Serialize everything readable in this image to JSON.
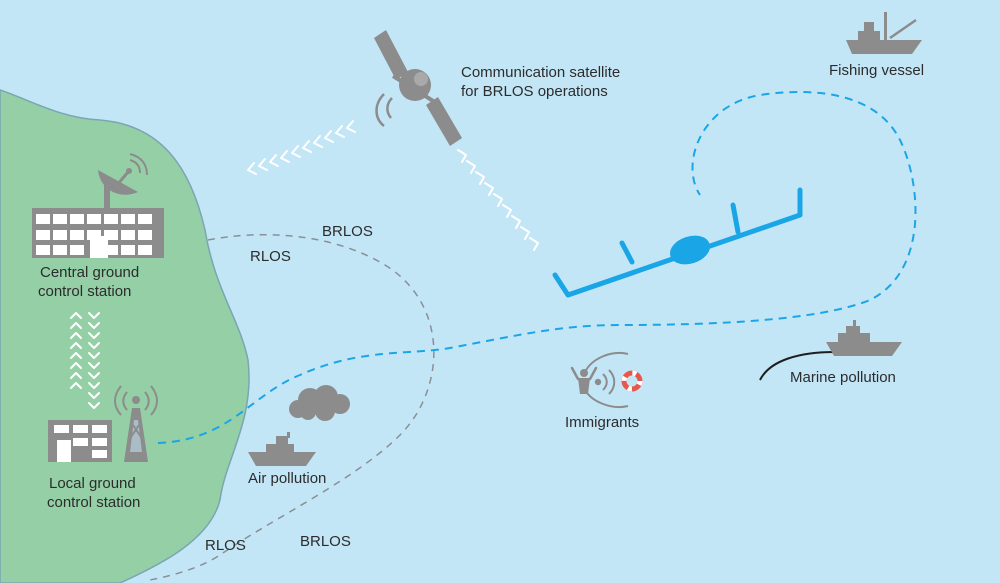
{
  "labels": {
    "satellite_line1": "Communication satellite",
    "satellite_line2": "for BRLOS operations",
    "fishing_vessel": "Fishing vessel",
    "brlos_top": "BRLOS",
    "rlos_top": "RLOS",
    "central_line1": "Central ground",
    "central_line2": "control station",
    "local_line1": "Local ground",
    "local_line2": "control station",
    "air_pollution": "Air pollution",
    "immigrants": "Immigrants",
    "marine_pollution": "Marine pollution",
    "rlos_bottom": "RLOS",
    "brlos_bottom": "BRLOS"
  },
  "colors": {
    "sea": "#c3e6f7",
    "land": "#94cfa6",
    "land_edge": "#7aa6b3",
    "icon_gray": "#8c8c8c",
    "drone_blue": "#1aa6e6",
    "flight_path": "#1aa6e6",
    "range_line": "#8a8f96",
    "lifebuoy": "#e8574b",
    "signal_chevron": "#ffffff"
  },
  "icons": {
    "satellite": "satellite-icon",
    "dish": "satellite-dish-icon",
    "central_building": "building-icon",
    "local_building": "building-icon",
    "tower": "radio-tower-icon",
    "drone": "drone-icon",
    "fishing_vessel": "fishing-boat-icon",
    "patrol_ship": "ship-icon",
    "smoke_cloud": "cloud-icon",
    "person": "person-icon",
    "lifebuoy": "lifebuoy-icon",
    "ship_marine": "ship-icon"
  }
}
